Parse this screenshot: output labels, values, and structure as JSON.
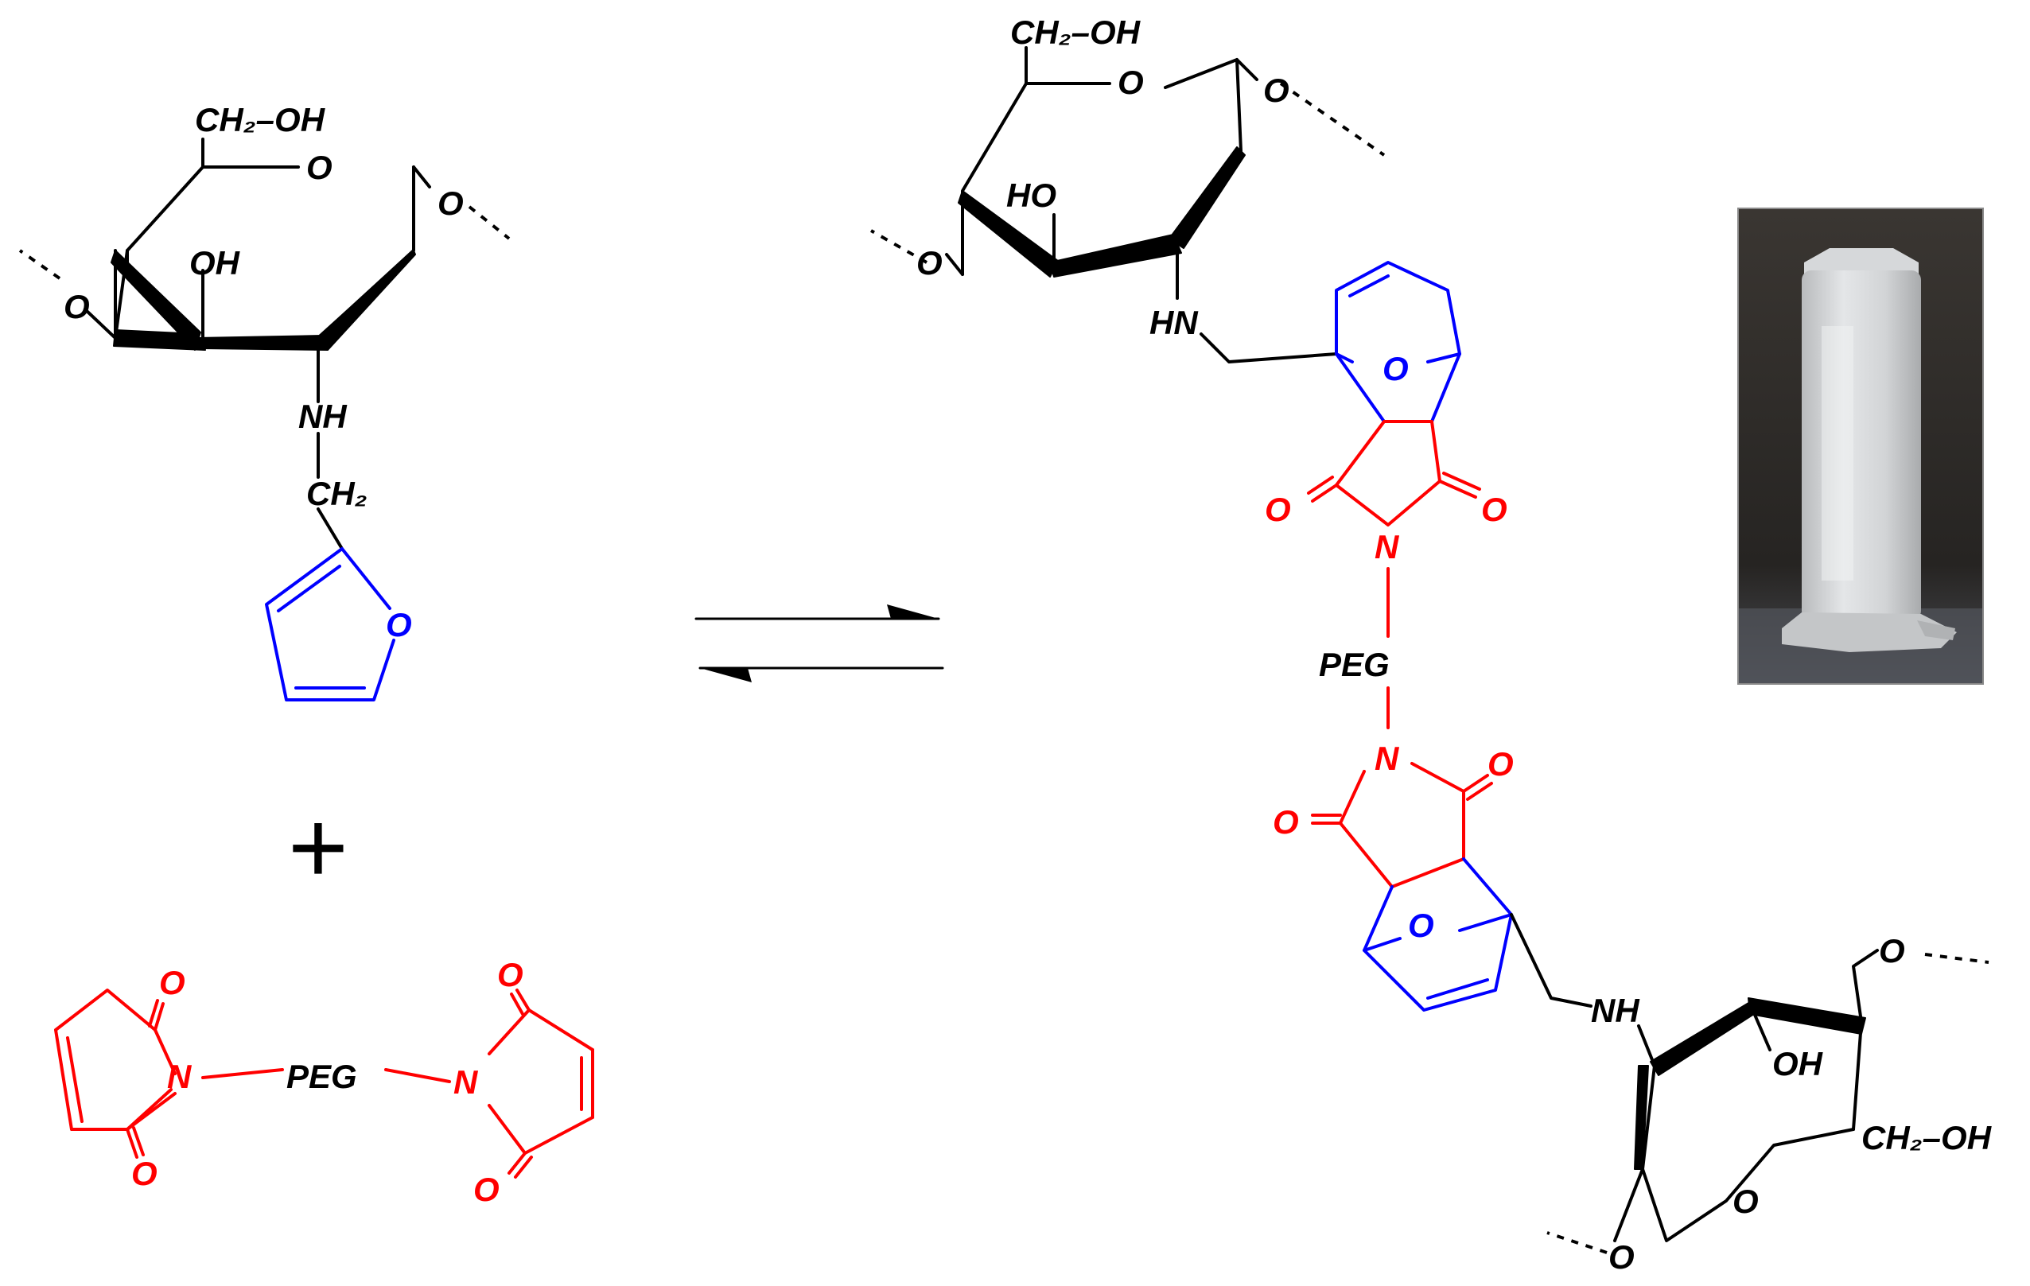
{
  "reactant_chitosan": {
    "ch2oh": "CH₂–OH",
    "ring_o": "O",
    "oh": "OH",
    "nh": "NH",
    "ch2": "CH₂",
    "glycosidic_o_left": "O",
    "glycosidic_o_right": "O",
    "furan_o": "O"
  },
  "plus_sign": "+",
  "reactant_bismaleimide": {
    "peg": "PEG",
    "n_left": "N",
    "n_right": "N",
    "o_left_top": "O",
    "o_left_bottom": "O",
    "o_right_top": "O",
    "o_right_bottom": "O"
  },
  "product_top_unit": {
    "ch2oh": "CH₂–OH",
    "ring_o": "O",
    "ho": "HO",
    "hn": "HN",
    "glycosidic_o_left": "O",
    "glycosidic_o_right": "O"
  },
  "product_adduct_top": {
    "bridge_o": "O",
    "o_left": "O",
    "o_right": "O",
    "n": "N"
  },
  "product_linker": {
    "peg": "PEG"
  },
  "product_adduct_bottom": {
    "n": "N",
    "o_left": "O",
    "o_right": "O",
    "bridge_o": "O"
  },
  "product_bottom_unit": {
    "nh": "NH",
    "oh": "OH",
    "ring_o": "O",
    "ch2oh": "CH₂–OH",
    "glycosidic_o_top": "O",
    "glycosidic_o_bottom": "O"
  },
  "photo": {
    "subject": "hydrogel-in-inverted-vial"
  },
  "colors": {
    "chitosan": "#000000",
    "furan": "#0000ff",
    "maleimide": "#ff0000",
    "photo_background": "#2b2927"
  }
}
